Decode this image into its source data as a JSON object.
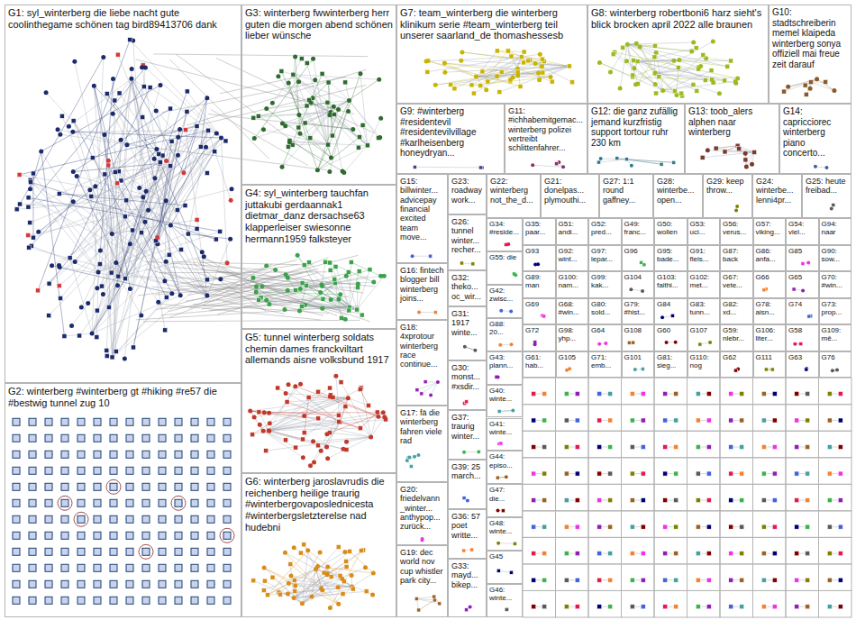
{
  "diagram": {
    "nodes": [
      {
        "text": [
          "G1: syl_winterberg die liebe nacht gute coolinthegame schönen tag bird89413706 dank"
        ]
      },
      {
        "text": [
          "G2: winterberg #winterberg gt #hiking #re57 die #bestwig tunnel zug 10"
        ]
      },
      {
        "text": [
          "G3: winterberg fwwinterberg herr guten die morgen abend schönen lieber wünsche"
        ]
      },
      {
        "text": [
          "G4: syl_winterberg tauchfan juttakubi gerdaannak1 dietmar_danz dersachse63 klapperleiser swiesonne hermann1959 falksteyer"
        ]
      },
      {
        "text": [
          "G5: tunnel winterberg soldats chemin dames franckviltart allemands aisne volksbund 1917"
        ]
      },
      {
        "text": [
          "G6: winterberg jaroslavrudis die reichenberg heilige traurig #winterbergovaposlednicesta #winterbergsletzterelse nad hudebni"
        ]
      },
      {
        "text": [
          "G7: team_winterberg die winterberg klinikum serie #team_winterberg teil unserer saarland_de thomashessesb"
        ]
      },
      {
        "text": [
          "G8: winterberg robertboni6 harz sieht's blick brocken april 2022 alle braunen"
        ]
      },
      {
        "text": [
          "G10: stadtschreiberin memel klaipeda winterberg sonya offiziell mai freue zeit darauf"
        ]
      },
      {
        "text": [
          "G9: #winterberg #residentevil #residentevilvillage #karlheisenberg honeydryan..."
        ]
      },
      {
        "text": [
          "G11: #ichhabemitgemac... winterberg polizei vertreibt schlittenfahrer..."
        ]
      },
      {
        "text": [
          "G12: die ganz zufällig jemand kurzfristig support tortour ruhr 230 km"
        ]
      },
      {
        "text": [
          "G13: toob_alers alphen naar winterberg"
        ]
      },
      {
        "text": [
          "G14: capricciorec winterberg piano concerto..."
        ]
      },
      {
        "text": [
          "G15: billwinter... advicepay financial excited team move..."
        ]
      },
      {
        "text": [
          "G16: fintech blogger bill winterberg joins..."
        ]
      },
      {
        "text": [
          "G18: 4xprotour winterberg race continue..."
        ]
      },
      {
        "text": [
          "G17: fä die winterberg fahren viele rad"
        ]
      },
      {
        "text": [
          "G20: friedelvann_winter... anthypop... zurück..."
        ]
      },
      {
        "text": [
          "G19: dec world nov cup whistler park city..."
        ]
      },
      {
        "text": [
          "G23: roadway work..."
        ]
      },
      {
        "text": [
          "G26: tunnel winter... recher..."
        ]
      },
      {
        "text": [
          "G32: theko... oc_wir..."
        ]
      },
      {
        "text": [
          "G31: 1917 winte..."
        ]
      },
      {
        "text": [
          "G30: monst... #xsdir..."
        ]
      },
      {
        "text": [
          "G37: traurig winter..."
        ]
      },
      {
        "text": [
          "G39: 25 march..."
        ]
      },
      {
        "text": [
          "G36: 57 poet writte..."
        ]
      },
      {
        "text": [
          "G33: mayd... bikep..."
        ]
      },
      {
        "text": [
          "G22: winterberg not_the_d..."
        ]
      },
      {
        "text": [
          "G21: donelpas... plymouthi..."
        ]
      },
      {
        "text": [
          "G27: 1:1 round gaffney..."
        ]
      },
      {
        "text": [
          "G28: winterbe... open..."
        ]
      },
      {
        "text": [
          "G29: keep throw..."
        ]
      },
      {
        "text": [
          "G24: winterbe... lenni4pr..."
        ]
      },
      {
        "text": [
          "G25: heute freibad..."
        ]
      },
      {
        "text": [
          "G34: #reside..."
        ]
      },
      {
        "text": [
          "G55: die"
        ]
      },
      {
        "text": [
          "G42: zwisc..."
        ]
      },
      {
        "text": [
          "G88: 20..."
        ]
      },
      {
        "text": [
          "G43: plann..."
        ]
      },
      {
        "text": [
          "G40: winte..."
        ]
      },
      {
        "text": [
          "G41: winte..."
        ]
      },
      {
        "text": [
          "G44: episo..."
        ]
      },
      {
        "text": [
          "G47: die..."
        ]
      },
      {
        "text": [
          "G48: winte..."
        ]
      },
      {
        "text": [
          "G45"
        ]
      },
      {
        "text": [
          "G46: winte..."
        ]
      },
      {
        "text": [
          "G35: paar..."
        ]
      },
      {
        "text": [
          "G51: andi..."
        ]
      },
      {
        "text": [
          "G52: pred..."
        ]
      },
      {
        "text": [
          "G49: franc..."
        ]
      },
      {
        "text": [
          "G50: wollen"
        ]
      },
      {
        "text": [
          "G53: uci..."
        ]
      },
      {
        "text": [
          "G56: verus..."
        ]
      },
      {
        "text": [
          "G57: viking..."
        ]
      },
      {
        "text": [
          "G54: viel..."
        ]
      },
      {
        "text": [
          "G94: naar"
        ]
      },
      {
        "text": [
          "G93"
        ]
      },
      {
        "text": [
          "G92: wint..."
        ]
      },
      {
        "text": [
          "G97: lepar..."
        ]
      },
      {
        "text": [
          "G96"
        ]
      },
      {
        "text": [
          "G95: bade..."
        ]
      },
      {
        "text": [
          "G91: fleis..."
        ]
      },
      {
        "text": [
          "G87: back"
        ]
      },
      {
        "text": [
          "G86: anfa..."
        ]
      },
      {
        "text": [
          "G85"
        ]
      },
      {
        "text": [
          "G90: sow..."
        ]
      },
      {
        "text": [
          "G89: man"
        ]
      },
      {
        "text": [
          "G100: nam..."
        ]
      },
      {
        "text": [
          "G99: kak..."
        ]
      },
      {
        "text": [
          "G104"
        ]
      },
      {
        "text": [
          "G103: faithi..."
        ]
      },
      {
        "text": [
          "G102: met..."
        ]
      },
      {
        "text": [
          "G67: vete..."
        ]
      },
      {
        "text": [
          "G66"
        ]
      },
      {
        "text": [
          "G65"
        ]
      },
      {
        "text": [
          "G70: #win..."
        ]
      },
      {
        "text": [
          "G69"
        ]
      },
      {
        "text": [
          "G68: #win..."
        ]
      },
      {
        "text": [
          "G80: sold..."
        ]
      },
      {
        "text": [
          "G79: #hist..."
        ]
      },
      {
        "text": [
          "G84"
        ]
      },
      {
        "text": [
          "G83: tunn..."
        ]
      },
      {
        "text": [
          "G82: xd..."
        ]
      },
      {
        "text": [
          "G78: aisn..."
        ]
      },
      {
        "text": [
          "G74"
        ]
      },
      {
        "text": [
          "G73: prop..."
        ]
      },
      {
        "text": [
          "G72"
        ]
      },
      {
        "text": [
          "G98: yhp..."
        ]
      },
      {
        "text": [
          "G64"
        ]
      },
      {
        "text": [
          "G108"
        ]
      },
      {
        "text": [
          "G60"
        ]
      },
      {
        "text": [
          "G107"
        ]
      },
      {
        "text": [
          "G59: nlebr..."
        ]
      },
      {
        "text": [
          "G106: liter..."
        ]
      },
      {
        "text": [
          "G58"
        ]
      },
      {
        "text": [
          "G109: mê..."
        ]
      },
      {
        "text": [
          "G61: hab..."
        ]
      },
      {
        "text": [
          "G105"
        ]
      },
      {
        "text": [
          "G71: emb..."
        ]
      },
      {
        "text": [
          "G101"
        ]
      },
      {
        "text": [
          "G81: sieg..."
        ]
      },
      {
        "text": [
          "G110: nog"
        ]
      },
      {
        "text": [
          "G62"
        ]
      },
      {
        "text": [
          "G111"
        ]
      },
      {
        "text": [
          "G63"
        ]
      },
      {
        "text": [
          "G76"
        ]
      }
    ]
  }
}
